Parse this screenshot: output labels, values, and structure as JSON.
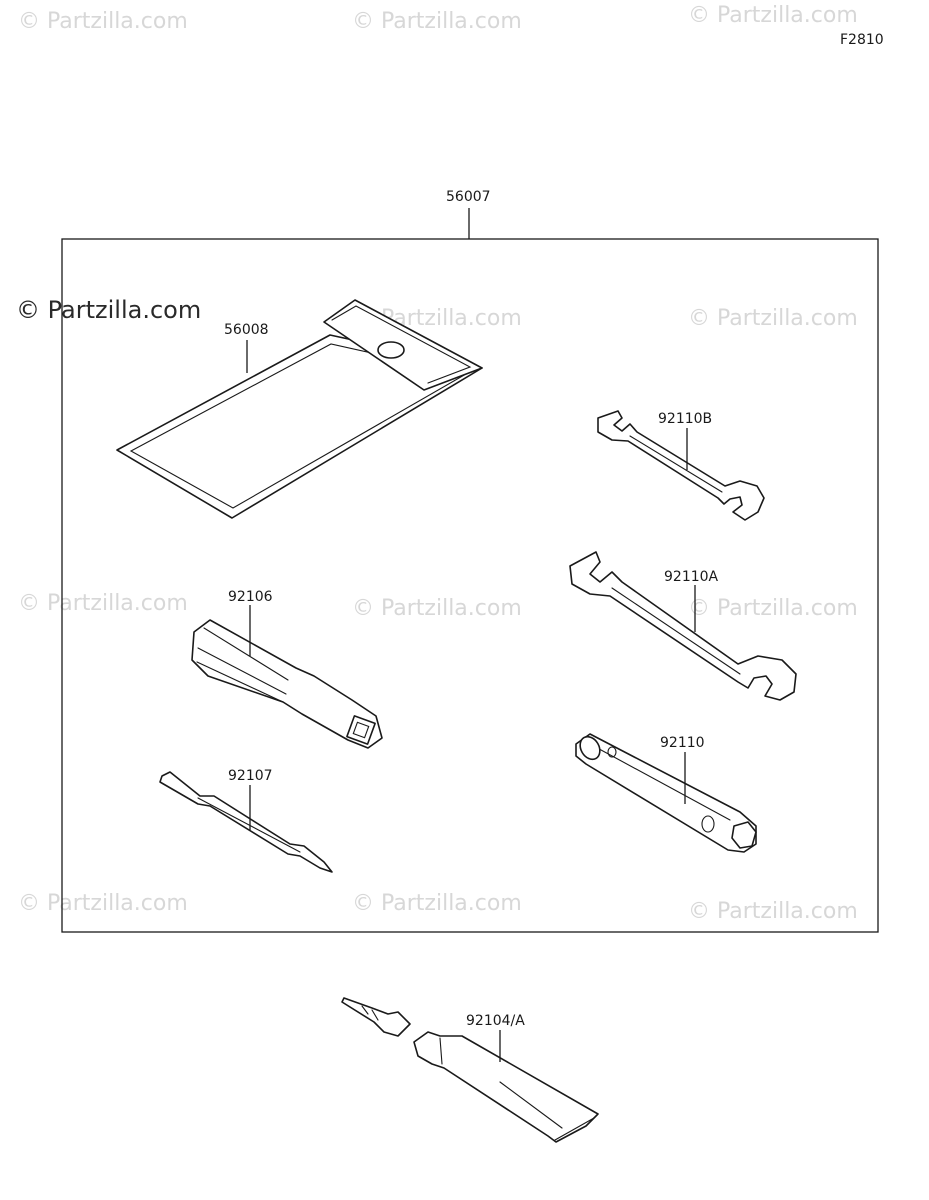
{
  "figure_code": "F2810",
  "watermark": "© Partzilla.com",
  "parts": {
    "kit": "56007",
    "tool_bag": "56008",
    "wrench_small": "92110B",
    "wrench_large": "92110A",
    "screwdriver_handle": "92106",
    "screwdriver_bit": "92107",
    "plug_wrench": "92110",
    "grease_tube": "92104/A"
  }
}
